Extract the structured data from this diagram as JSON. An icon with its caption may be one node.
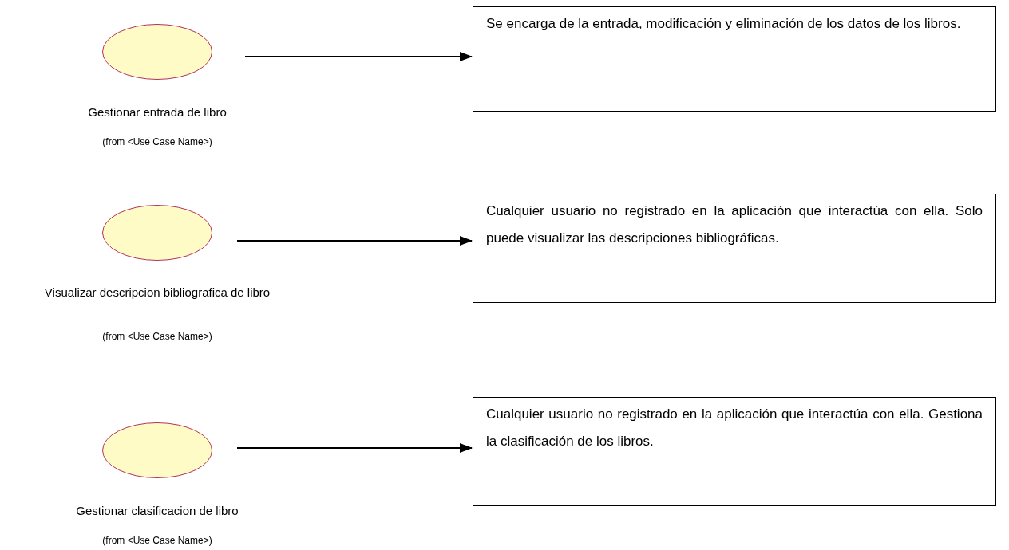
{
  "diagram": {
    "nodes": [
      {
        "text": [],
        "shape": "ellipse",
        "beside": [
          "Gestionar entrada de libro",
          "(from <Use Case Name>)"
        ]
      },
      {
        "text": [
          "Se encarga de la entrada, modificación y eliminación de los datos de los libros."
        ]
      },
      {
        "text": [],
        "shape": "ellipse",
        "beside": [
          "Visualizar descripcion bibliografica de libro",
          "(from <Use Case Name>)"
        ]
      },
      {
        "text": [
          "Cualquier usuario no registrado en la aplicación que interactúa con ella. Solo puede visualizar las descripciones bibliográficas."
        ]
      },
      {
        "text": [],
        "shape": "ellipse",
        "beside": [
          "Gestionar clasificacion de libro",
          "(from <Use Case Name>)"
        ]
      },
      {
        "text": [
          "Cualquier usuario no registrado en la aplicación que interactúa con ella. Gestiona la clasificación de los libros."
        ]
      }
    ],
    "edges": [
      {
        "from": 0,
        "to": 1,
        "arrow": "to"
      },
      {
        "from": 2,
        "to": 3,
        "arrow": "to"
      },
      {
        "from": 4,
        "to": 5,
        "arrow": "to"
      }
    ]
  }
}
